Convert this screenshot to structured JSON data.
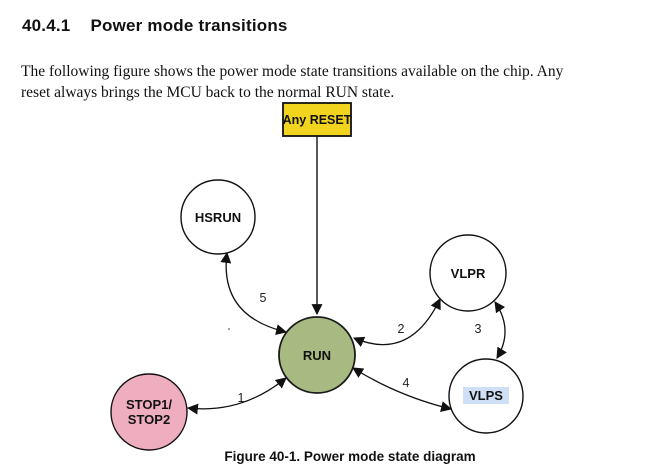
{
  "heading": {
    "number": "40.4.1",
    "title": "Power mode transitions"
  },
  "paragraph": {
    "line1": "The following figure shows the power mode state transitions available on the chip. Any",
    "line2": "reset always brings the MCU back to the normal RUN state."
  },
  "figure": {
    "caption": "Figure 40-1. Power mode state diagram",
    "reset_box": {
      "label": "Any RESET",
      "fill": "#f0d41e",
      "border": "#111111"
    },
    "nodes": [
      {
        "id": "hsrun",
        "label": "HSRUN",
        "fill": "#ffffff"
      },
      {
        "id": "vlpr",
        "label": "VLPR",
        "fill": "#ffffff"
      },
      {
        "id": "run",
        "label": "RUN",
        "fill": "#a6ba81"
      },
      {
        "id": "vlps",
        "label": "VLPS",
        "fill": "#ffffff",
        "highlight_bg": "#cfe0f6",
        "highlight_text": "#1e3f6f"
      },
      {
        "id": "stop",
        "label_line1": "STOP1/",
        "label_line2": "STOP2",
        "fill": "#efaec0"
      }
    ],
    "transitions": [
      {
        "number": "1",
        "from": "RUN",
        "to": "STOP1/STOP2",
        "bidirectional": true
      },
      {
        "number": "2",
        "from": "RUN",
        "to": "VLPR",
        "bidirectional": true
      },
      {
        "number": "3",
        "from": "VLPR",
        "to": "VLPS",
        "bidirectional": true
      },
      {
        "number": "4",
        "from": "RUN",
        "to": "VLPS",
        "bidirectional": true
      },
      {
        "number": "5",
        "from": "RUN",
        "to": "HSRUN",
        "bidirectional": true
      },
      {
        "number": "",
        "from": "Any RESET",
        "to": "RUN",
        "bidirectional": false
      }
    ]
  }
}
